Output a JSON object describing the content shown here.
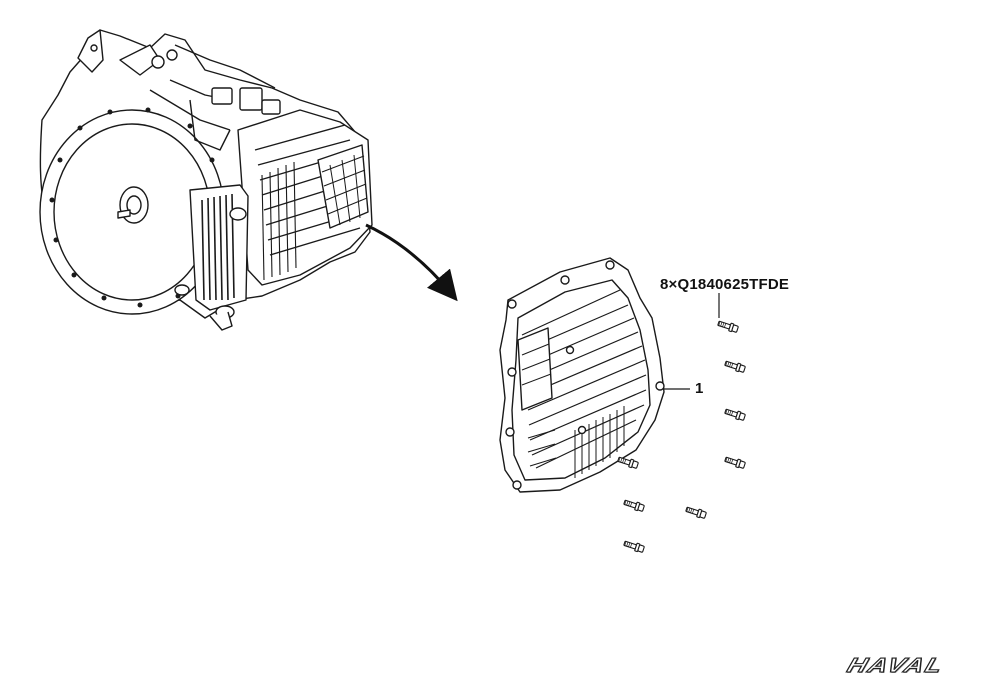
{
  "diagram": {
    "bolt_spec": "8×Q1840625TFDE",
    "part_callout": "1",
    "brand_logo": "HAVAL"
  },
  "parts": {
    "assembly": "transmission-assembly",
    "component": "oil-pan",
    "fastener_count": 8
  },
  "colors": {
    "line": "#1a1a1a",
    "background": "#ffffff",
    "fill": "#ffffff",
    "shade": "#d9d9d9"
  }
}
